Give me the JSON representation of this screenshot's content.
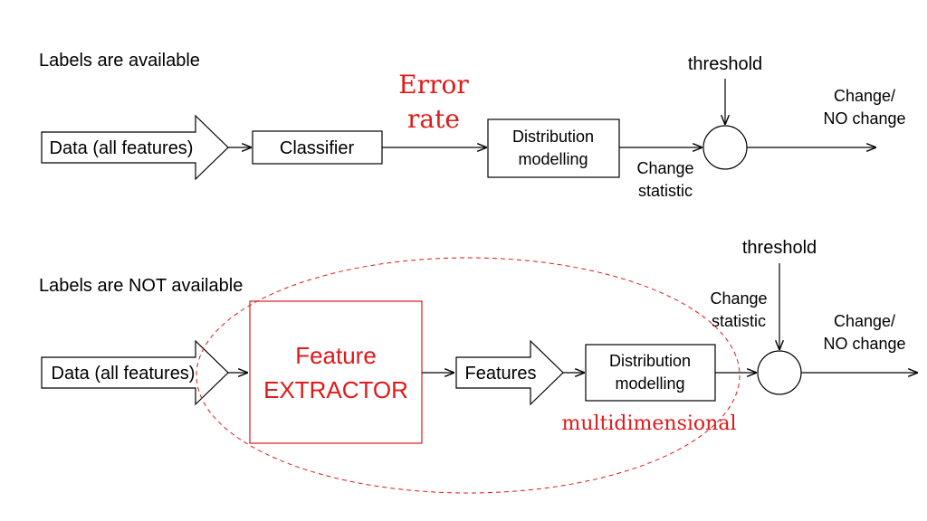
{
  "top": {
    "title": "Labels are available",
    "data_label": "Data (all features)",
    "classifier": "Classifier",
    "error_rate": [
      "Error",
      "rate"
    ],
    "dist_model": [
      "Distribution",
      "modelling"
    ],
    "change_stat": [
      "Change",
      "statistic"
    ],
    "threshold": "threshold",
    "output": [
      "Change/",
      "NO change"
    ]
  },
  "bottom": {
    "title": "Labels are NOT available",
    "data_label": "Data (all features)",
    "extractor": [
      "Feature",
      "EXTRACTOR"
    ],
    "features": "Features",
    "dist_model": [
      "Distribution",
      "modelling"
    ],
    "change_stat": [
      "Change",
      "statistic"
    ],
    "threshold": "threshold",
    "output": [
      "Change/",
      "NO change"
    ],
    "multidim": "multidimensional"
  },
  "colors": {
    "accent": "#e0191a",
    "line": "#000000"
  }
}
